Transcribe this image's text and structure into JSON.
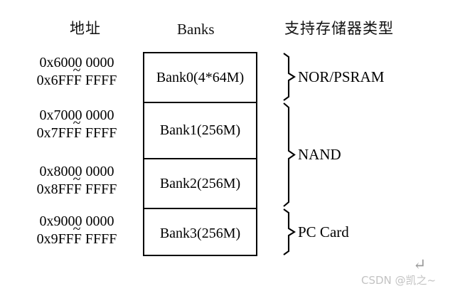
{
  "headers": {
    "address": "地址",
    "banks": "Banks",
    "memory_types": "支持存储器类型"
  },
  "address_ranges": [
    {
      "start": "0x6000 0000",
      "separator": "~",
      "end": "0x6FFF FFFF"
    },
    {
      "start": "0x7000 0000",
      "separator": "~",
      "end": "0x7FFF FFFF"
    },
    {
      "start": "0x8000 0000",
      "separator": "~",
      "end": "0x8FFF FFFF"
    },
    {
      "start": "0x9000 0000",
      "separator": "~",
      "end": "0x9FFF FFFF"
    }
  ],
  "banks": [
    {
      "label": "Bank0(4*64M)"
    },
    {
      "label": "Bank1(256M)"
    },
    {
      "label": "Bank2(256M)"
    },
    {
      "label": "Bank3(256M)"
    }
  ],
  "memory_type_groups": [
    {
      "label": "NOR/PSRAM",
      "spans_banks": 1
    },
    {
      "label": "NAND",
      "spans_banks": 2
    },
    {
      "label": "PC Card",
      "spans_banks": 1
    }
  ],
  "watermark": {
    "arrow": "↵",
    "text": "CSDN @凯之~"
  },
  "colors": {
    "stroke": "#000000",
    "background": "#ffffff",
    "watermark_text": "#c3c3c3",
    "watermark_arrow": "#9b9b9b"
  }
}
